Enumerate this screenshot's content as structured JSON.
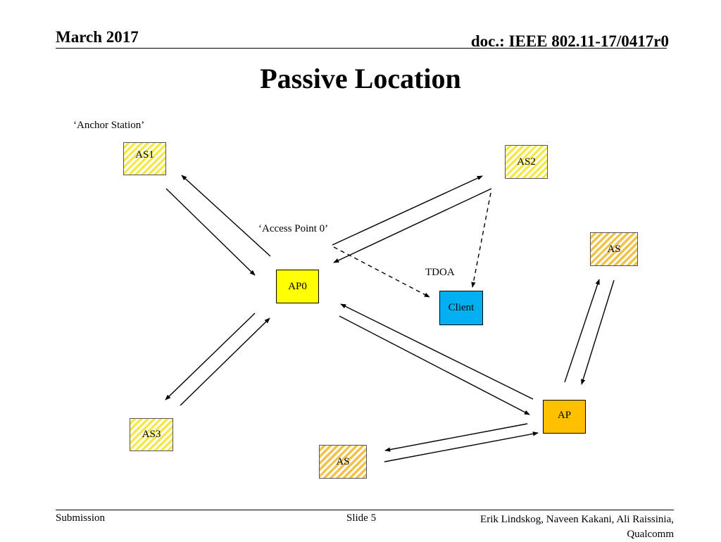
{
  "header": {
    "date": "March 2017",
    "doc": "doc.: IEEE 802.11-17/0417r0"
  },
  "title": "Passive Location",
  "labels": {
    "anchor_station": "‘Anchor Station’",
    "access_point": "‘Access Point 0’",
    "tdoa": "TDOA"
  },
  "nodes": {
    "as1": "AS1",
    "as2": "AS2",
    "as_right": "AS",
    "ap0": "AP0",
    "client": "Client",
    "ap": "AP",
    "as3": "AS3",
    "as_bottom": "AS"
  },
  "colors": {
    "ap0_fill": "#ffff00",
    "client_fill": "#00b0f0",
    "ap_fill": "#ffc000",
    "stripe_yellow": "#f4e84a",
    "stripe_orange": "#f1c24b"
  },
  "footer": {
    "left": "Submission",
    "center": "Slide 5",
    "right_line1": "Erik Lindskog, Naveen Kakani, Ali Raissinia,",
    "right_line2": "Qualcomm"
  }
}
